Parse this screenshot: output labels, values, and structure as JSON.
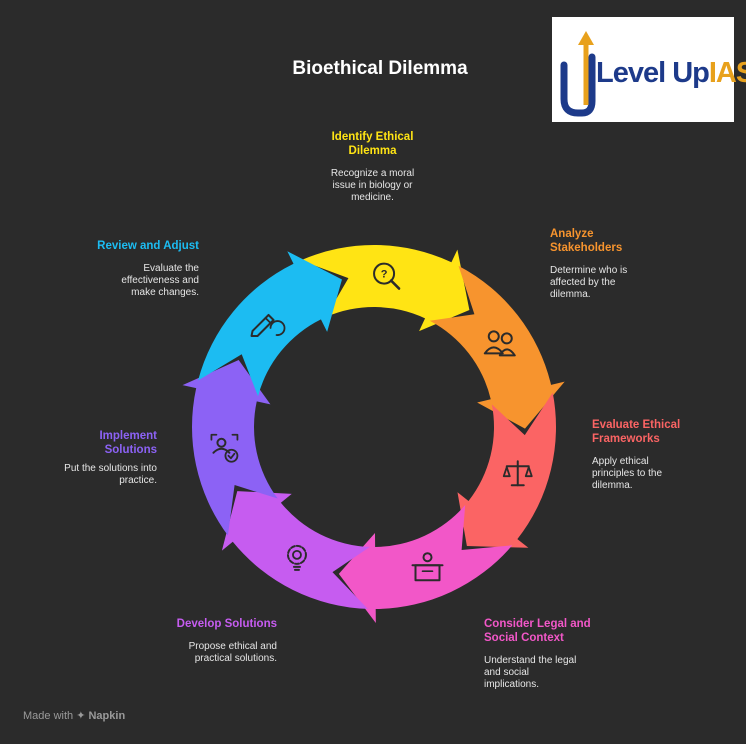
{
  "title": "Bioethical Dilemma",
  "logo": {
    "text_main": "Level Up",
    "text_accent": "IAS",
    "colors": {
      "main": "#1d3a8a",
      "accent": "#e8a11c"
    }
  },
  "steps": [
    {
      "title_lines": [
        "Identify Ethical",
        "Dilemma"
      ],
      "desc_lines": [
        "Recognize a moral",
        "issue in biology or",
        "medicine."
      ],
      "color": "#ffe414",
      "icon": "question-magnifier-icon"
    },
    {
      "title_lines": [
        "Analyze",
        "Stakeholders"
      ],
      "desc_lines": [
        "Determine who is",
        "affected by the",
        "dilemma."
      ],
      "color": "#f7942e",
      "icon": "people-icon"
    },
    {
      "title_lines": [
        "Evaluate Ethical",
        "Frameworks"
      ],
      "desc_lines": [
        "Apply ethical",
        "principles to the",
        "dilemma."
      ],
      "color": "#fb6464",
      "icon": "scales-icon"
    },
    {
      "title_lines": [
        "Consider Legal and",
        "Social Context"
      ],
      "desc_lines": [
        "Understand the legal",
        "and social",
        "implications."
      ],
      "color": "#f257c8",
      "icon": "judge-podium-icon"
    },
    {
      "title_lines": [
        "Develop Solutions"
      ],
      "desc_lines": [
        "Propose ethical and",
        "practical solutions."
      ],
      "color": "#c65cf0",
      "icon": "gear-bulb-icon"
    },
    {
      "title_lines": [
        "Implement",
        "Solutions"
      ],
      "desc_lines": [
        "Put the solutions into",
        "practice."
      ],
      "color": "#8c62f5",
      "icon": "person-check-icon"
    },
    {
      "title_lines": [
        "Review and Adjust"
      ],
      "desc_lines": [
        "Evaluate the",
        "effectiveness and",
        "make changes."
      ],
      "color": "#1cbcf2",
      "icon": "pencil-refresh-icon"
    }
  ],
  "footer": {
    "made_with": "Made with",
    "brand": "Napkin"
  }
}
